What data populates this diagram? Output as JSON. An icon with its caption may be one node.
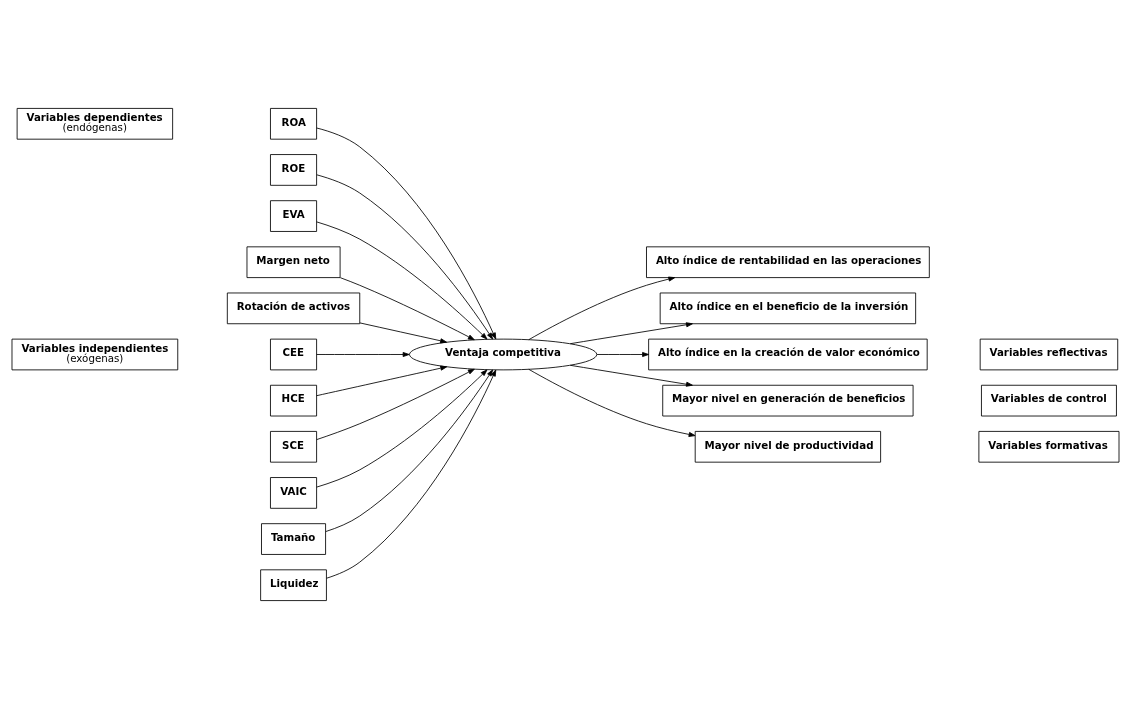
{
  "diagram": {
    "nodes": [
      {
        "text": [
          "Variables dependientes",
          "(endógenas)"
        ]
      },
      {
        "text": [
          "ROA"
        ]
      },
      {
        "text": [
          "ROE"
        ]
      },
      {
        "text": [
          "EVA"
        ]
      },
      {
        "text": [
          "Margen neto"
        ]
      },
      {
        "text": [
          "Rotación de activos"
        ]
      },
      {
        "text": [
          "Variables independientes",
          "(exógenas)"
        ]
      },
      {
        "text": [
          "CEE"
        ]
      },
      {
        "text": [
          "HCE"
        ]
      },
      {
        "text": [
          "SCE"
        ]
      },
      {
        "text": [
          "VAIC"
        ]
      },
      {
        "text": [
          "Ventaja competitiva"
        ]
      },
      {
        "text": [
          "Alto índice de rentabilidad en las operaciones"
        ]
      },
      {
        "text": [
          "Alto índice en el beneficio de la inversión"
        ]
      },
      {
        "text": [
          "Alto índice en la creación de valor económico"
        ]
      },
      {
        "text": [
          "Mayor nivel en generación de beneficios"
        ]
      },
      {
        "text": [
          "Mayor nivel de productividad"
        ]
      },
      {
        "text": [
          "Tamaño"
        ]
      },
      {
        "text": [
          "Liquidez"
        ]
      },
      {
        "text": [
          "Variables formativas"
        ]
      },
      {
        "text": [
          "Variables de control"
        ]
      },
      {
        "text": [
          "Variables reflectivas"
        ]
      }
    ],
    "edges": [
      {
        "from": 1,
        "to": 11,
        "arrow": "to"
      },
      {
        "from": 2,
        "to": 11,
        "arrow": "to"
      },
      {
        "from": 3,
        "to": 11,
        "arrow": "to"
      },
      {
        "from": 4,
        "to": 11,
        "arrow": "to"
      },
      {
        "from": 5,
        "to": 11,
        "arrow": "to"
      },
      {
        "from": 7,
        "to": 11,
        "arrow": "to"
      },
      {
        "from": 8,
        "to": 11,
        "arrow": "to"
      },
      {
        "from": 9,
        "to": 11,
        "arrow": "to"
      },
      {
        "from": 10,
        "to": 11,
        "arrow": "to"
      },
      {
        "from": 17,
        "to": 11,
        "arrow": "to"
      },
      {
        "from": 18,
        "to": 11,
        "arrow": "to"
      },
      {
        "from": 11,
        "to": 12,
        "arrow": "to"
      },
      {
        "from": 11,
        "to": 13,
        "arrow": "to"
      },
      {
        "from": 11,
        "to": 14,
        "arrow": "to"
      },
      {
        "from": 11,
        "to": 15,
        "arrow": "to"
      },
      {
        "from": 11,
        "to": 16,
        "arrow": "to"
      }
    ]
  }
}
